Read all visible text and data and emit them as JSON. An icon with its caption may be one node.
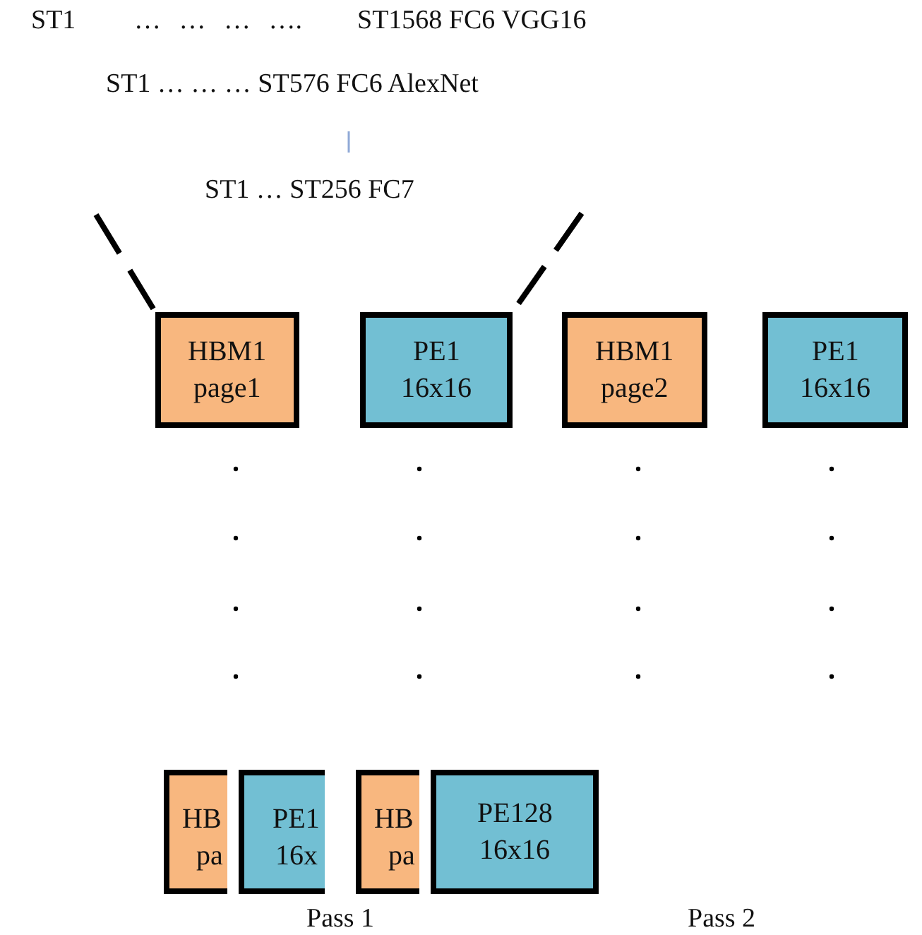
{
  "diagram": {
    "nodes": [
      {
        "text": [
          "HBM1",
          "page1"
        ]
      },
      {
        "text": [
          "PE1",
          "16x16"
        ]
      },
      {
        "text": [
          "HBM1",
          "page2"
        ]
      },
      {
        "text": [
          "PE1",
          "16x16"
        ]
      },
      {
        "text": [
          "HB",
          "pa"
        ]
      },
      {
        "text": [
          "PE1",
          "16x"
        ]
      },
      {
        "text": [
          "HB",
          "pa"
        ]
      },
      {
        "text": [
          "PE128",
          "16x16"
        ]
      }
    ],
    "edges": [
      {
        "from": null,
        "to": 0,
        "arrow": "none",
        "style": "dashed"
      },
      {
        "from": null,
        "to": 1,
        "arrow": "none",
        "style": "dashed"
      }
    ],
    "labels": [
      "ST1",
      "… … … ….",
      "ST1568 FC6 VGG16",
      "ST1 … … … ST576 FC6 AlexNet",
      "ST1 … ST256 FC7",
      "Pass 1",
      "Pass 2"
    ]
  }
}
